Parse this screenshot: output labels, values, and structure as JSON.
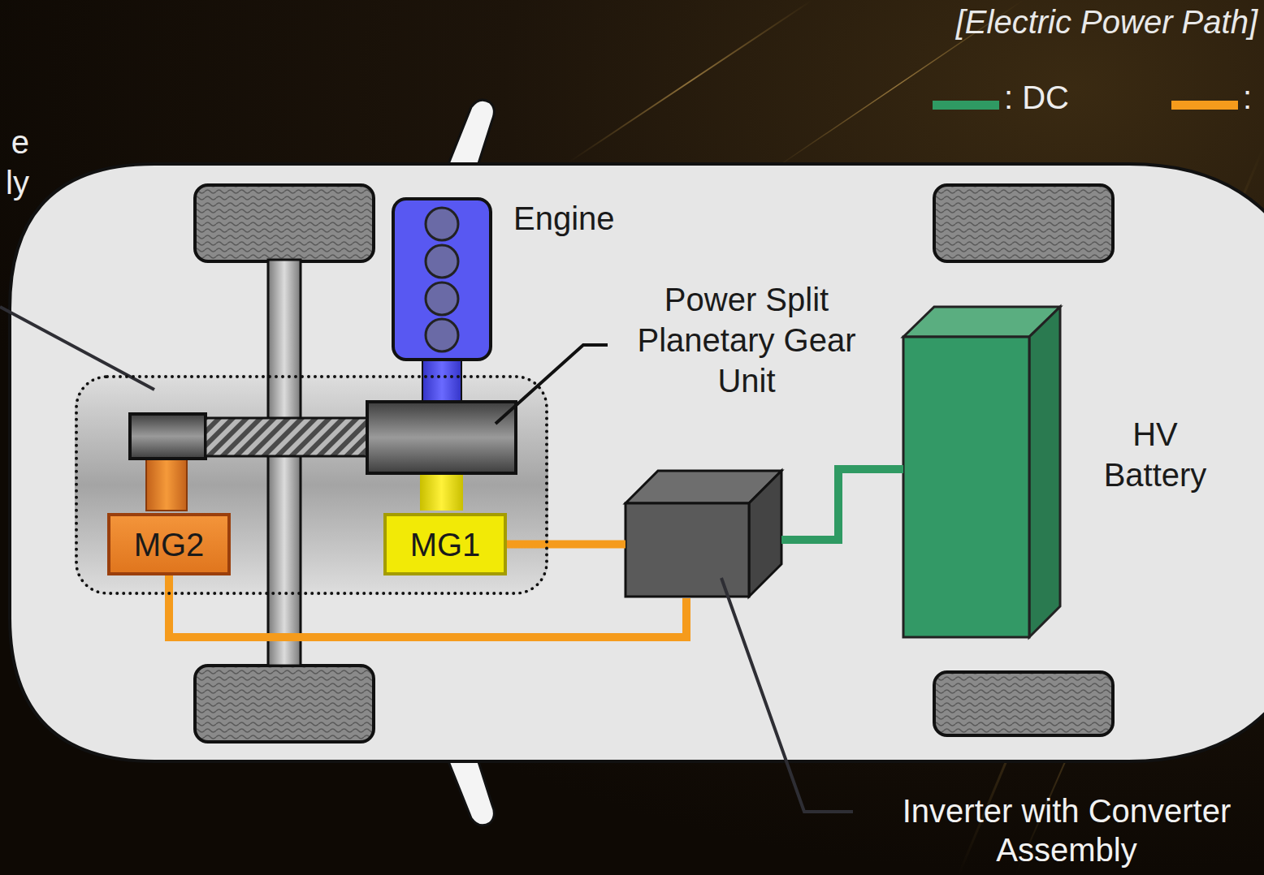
{
  "diagram": {
    "nodes": [
      {
        "text": [
          "e ly"
        ]
      },
      {
        "text": [
          "Engine"
        ]
      },
      {
        "text": [
          "Power Split Planetary Gear Unit"
        ],
        "in": 0
      },
      {
        "text": [
          "MG2"
        ],
        "in": 0
      },
      {
        "text": [
          "MG1"
        ],
        "in": 0
      },
      {
        "text": [
          "Inverter with Converter Assembly"
        ]
      },
      {
        "text": [
          "HV Battery"
        ]
      }
    ],
    "edges": [
      {
        "from": 4,
        "to": 5,
        "arrow": "none"
      },
      {
        "from": 3,
        "to": 5,
        "arrow": "none"
      },
      {
        "from": 5,
        "to": 6,
        "arrow": "none"
      }
    ],
    "labels": [
      "[Electric Power Path]"
    ],
    "legend": [
      {
        "text": ": DC",
        "color": "#2f9a63"
      },
      {
        "text": ":",
        "color": "#f59b1c"
      }
    ]
  }
}
